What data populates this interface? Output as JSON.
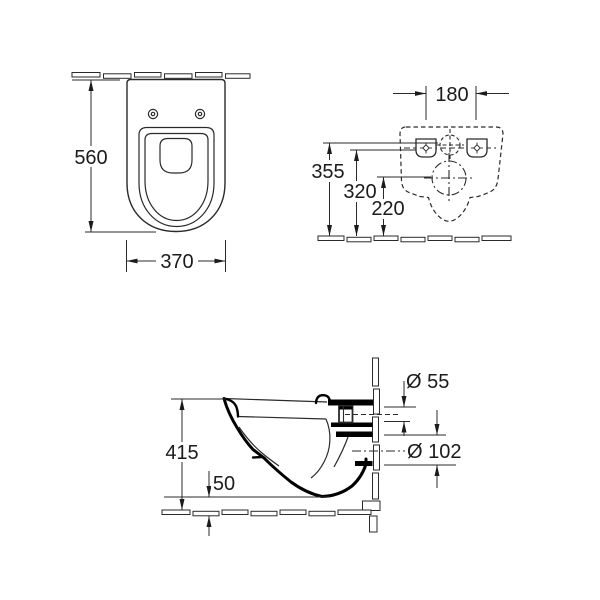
{
  "drawing": {
    "background": "#ffffff",
    "line_color": "#1b1b1b",
    "dimensions": {
      "top_view": {
        "depth": "560",
        "width": "370"
      },
      "rear_view": {
        "bolt_spacing": "180",
        "inlet_height": "355",
        "bolt_height": "320",
        "outlet_height": "220"
      },
      "side_view": {
        "rim_height": "415",
        "floor_clearance": "50",
        "inlet_diameter": "Ø 55",
        "outlet_diameter": "Ø 102"
      }
    }
  }
}
